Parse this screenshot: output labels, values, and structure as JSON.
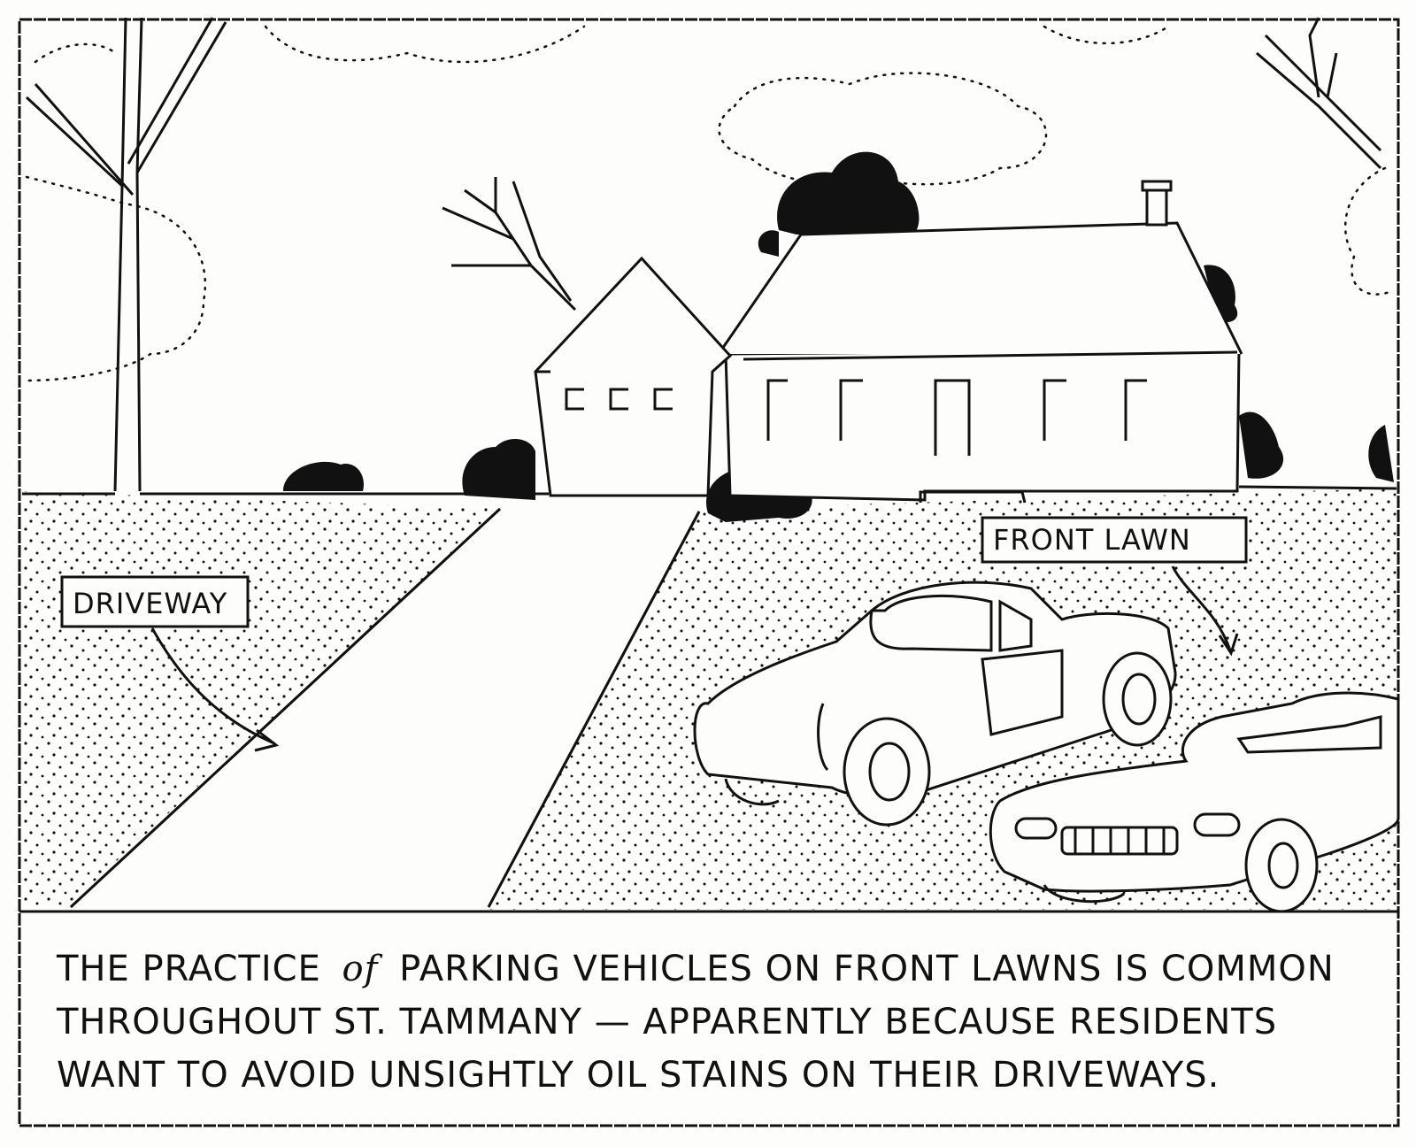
{
  "labels": {
    "driveway": "DRIVEWAY",
    "front_lawn": "FRONT LAWN"
  },
  "caption": {
    "line1_a": "THE PRACTICE",
    "line1_of": "of",
    "line1_b": "PARKING VEHICLES ON FRONT LAWNS IS COMMON",
    "line2": "THROUGHOUT ST. TAMMANY — APPARENTLY BECAUSE RESIDENTS",
    "line3": "WANT TO AVOID UNSIGHTLY OIL STAINS ON THEIR DRIVEWAYS."
  },
  "colors": {
    "ink": "#111111",
    "paper": "#fdfdfb"
  }
}
